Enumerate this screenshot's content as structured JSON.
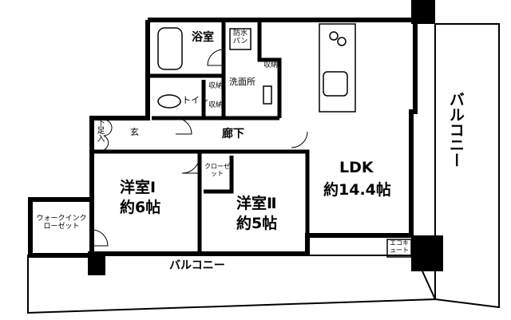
{
  "rooms": {
    "bath": "浴室",
    "waterproof_pan": "防水パン",
    "washroom": "洗面所",
    "storage1": "収納",
    "storage2": "収納",
    "storage3": "収納",
    "toilet": "トイレ",
    "hallway": "廊下",
    "entrance": "玄",
    "shoe_box": "下足入",
    "western1_name": "洋室Ⅰ",
    "western1_size": "約6帖",
    "closet": "クローゼット",
    "western2_name": "洋室Ⅱ",
    "western2_size": "約5帖",
    "ldk_name": "LDK",
    "ldk_size": "約14.4帖",
    "balcony_right": "バルコニー",
    "balcony_bottom": "バルコニー",
    "eco_cute": "エコキュート",
    "walkin_closet": "ウォークインクローゼット"
  }
}
